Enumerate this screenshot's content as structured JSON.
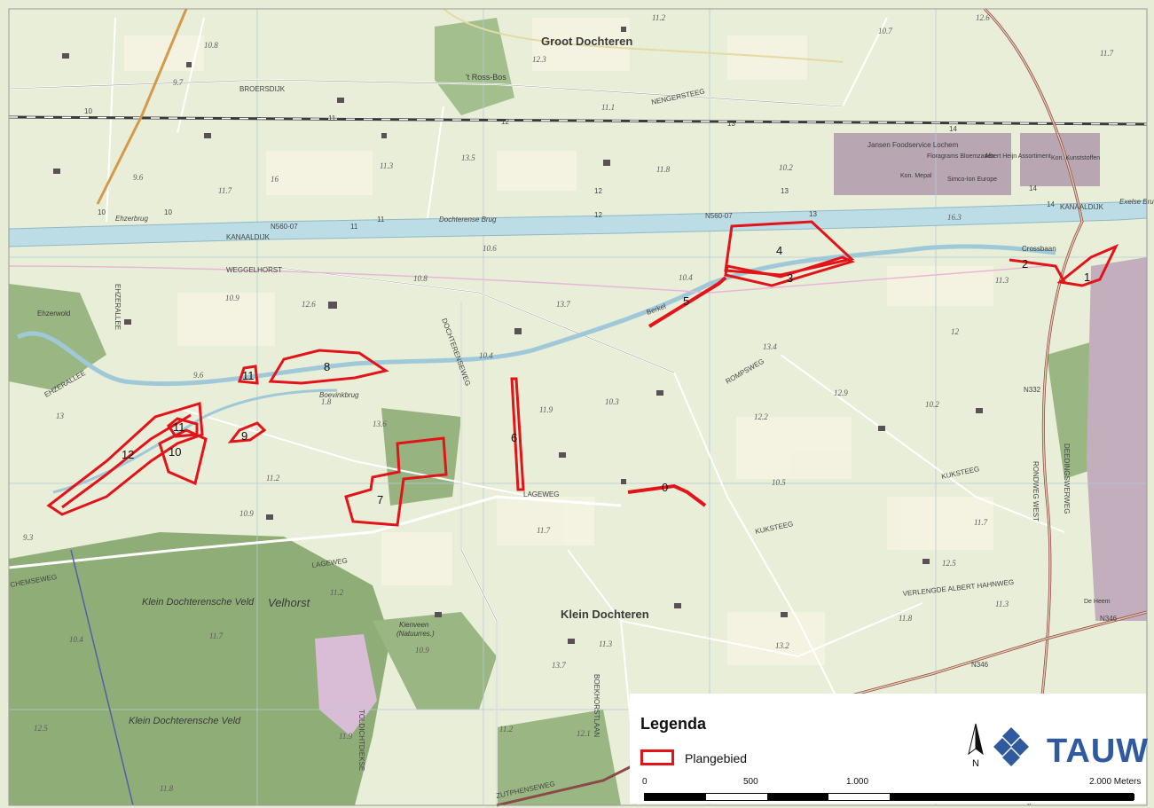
{
  "map": {
    "places": [
      {
        "name": "Groot Dochteren"
      },
      {
        "name": "Klein Dochteren"
      },
      {
        "name": "Klein Dochterensche Veld"
      },
      {
        "name": "Velhorst"
      },
      {
        "name": "Klein Dochterensche Veld"
      },
      {
        "name": "'t Ross-Bos"
      },
      {
        "name": "Ehzerwold"
      },
      {
        "name": "Kienveen"
      },
      {
        "name": "(Natuurres.)"
      },
      {
        "name": "Crossbaan"
      },
      {
        "name": "Jansen Foodservice Lochem"
      },
      {
        "name": "Floragrams Bloemzaden"
      },
      {
        "name": "Albert Heijn Assortiment"
      },
      {
        "name": "Kon. Kunststoffen"
      },
      {
        "name": "Simco-Ion Europe"
      },
      {
        "name": "Kon. Mepal"
      },
      {
        "name": "De Heem"
      }
    ],
    "roads": [
      {
        "name": "BROERSDIJK"
      },
      {
        "name": "NENGERSTEEG"
      },
      {
        "name": "KANAALDIJK"
      },
      {
        "name": "KANAALDIJK"
      },
      {
        "name": "WEGGELHORST"
      },
      {
        "name": "EHZERALLEE"
      },
      {
        "name": "EHZERALLEE"
      },
      {
        "name": "LAGEWEG"
      },
      {
        "name": "LAGEWEG"
      },
      {
        "name": "KUKSTEEG"
      },
      {
        "name": "KUKSTEEG"
      },
      {
        "name": "VERLENGDE ALBERT HAHNWEG"
      },
      {
        "name": "ZUTPHENSEWEG"
      },
      {
        "name": "ROMPSWEG"
      },
      {
        "name": "DOCHTERENSEWEG"
      },
      {
        "name": "BOEKHORSTLAAN"
      },
      {
        "name": "DEEDINGSWERWEG"
      },
      {
        "name": "RONDWEG WEST"
      },
      {
        "name": "N332"
      },
      {
        "name": "N346"
      },
      {
        "name": "N346"
      },
      {
        "name": "N560-07"
      },
      {
        "name": "N560-07"
      },
      {
        "name": "Dochterense Brug"
      },
      {
        "name": "Ehzerbrug"
      },
      {
        "name": "Boevinkbrug"
      },
      {
        "name": "Berkel"
      },
      {
        "name": "Exelse Brug"
      },
      {
        "name": "TOLDICHTDIEKSE"
      },
      {
        "name": "CHEMSEWEG"
      }
    ],
    "elevations": [
      {
        "value": "11.2"
      },
      {
        "value": "12.6"
      },
      {
        "value": "10.7"
      },
      {
        "value": "11.7"
      },
      {
        "value": "10.8"
      },
      {
        "value": "9.7"
      },
      {
        "value": "12.3"
      },
      {
        "value": "11.1"
      },
      {
        "value": "11.3"
      },
      {
        "value": "13.5"
      },
      {
        "value": "9.6"
      },
      {
        "value": "11.7"
      },
      {
        "value": "16"
      },
      {
        "value": "11.8"
      },
      {
        "value": "10.2"
      },
      {
        "value": "16.3"
      },
      {
        "value": "10.6"
      },
      {
        "value": "10.4"
      },
      {
        "value": "10.8"
      },
      {
        "value": "12.6"
      },
      {
        "value": "10.9"
      },
      {
        "value": "13.7"
      },
      {
        "value": "11.3"
      },
      {
        "value": "12"
      },
      {
        "value": "10.4"
      },
      {
        "value": "13.4"
      },
      {
        "value": "9.6"
      },
      {
        "value": "1.8"
      },
      {
        "value": "13.6"
      },
      {
        "value": "11.9"
      },
      {
        "value": "10.3"
      },
      {
        "value": "12.9"
      },
      {
        "value": "12.2"
      },
      {
        "value": "10.2"
      },
      {
        "value": "13"
      },
      {
        "value": "11.2"
      },
      {
        "value": "10.9"
      },
      {
        "value": "11.7"
      },
      {
        "value": "10.5"
      },
      {
        "value": "11.7"
      },
      {
        "value": "12.5"
      },
      {
        "value": "11.8"
      },
      {
        "value": "11.3"
      },
      {
        "value": "13.2"
      },
      {
        "value": "9.3"
      },
      {
        "value": "10.4"
      },
      {
        "value": "11.7"
      },
      {
        "value": "11.2"
      },
      {
        "value": "10.9"
      },
      {
        "value": "13.7"
      },
      {
        "value": "11.3"
      },
      {
        "value": "11.9"
      },
      {
        "value": "11.2"
      },
      {
        "value": "11.8"
      },
      {
        "value": "12.5"
      },
      {
        "value": "12.1"
      }
    ],
    "grid_labels": [
      {
        "value": "10"
      },
      {
        "value": "11"
      },
      {
        "value": "12"
      },
      {
        "value": "13"
      },
      {
        "value": "14"
      },
      {
        "value": "10"
      },
      {
        "value": "11"
      },
      {
        "value": "12"
      },
      {
        "value": "13"
      },
      {
        "value": "14"
      },
      {
        "value": "10"
      },
      {
        "value": "11"
      },
      {
        "value": "12"
      },
      {
        "value": "13"
      },
      {
        "value": "14"
      }
    ],
    "plan_areas": [
      {
        "number": "1"
      },
      {
        "number": "2"
      },
      {
        "number": "3"
      },
      {
        "number": "4"
      },
      {
        "number": "5"
      },
      {
        "number": "6"
      },
      {
        "number": "7"
      },
      {
        "number": "8"
      },
      {
        "number": "9"
      },
      {
        "number": "10"
      },
      {
        "number": "11"
      },
      {
        "number": "11"
      },
      {
        "number": "12"
      },
      {
        "number": "0"
      }
    ],
    "colors": {
      "canal": "#bcdde6",
      "fields": "#eaeed9",
      "forest": "#7fa06b",
      "plan_outline": "#e3131a"
    }
  },
  "legend": {
    "title": "Legenda",
    "item_label": "Plangebied",
    "brand": "TAUW",
    "north": "N",
    "scale": {
      "tick0": "0",
      "tick1": "500",
      "tick2": "1.000",
      "tick3": "2.000 Meters"
    }
  }
}
